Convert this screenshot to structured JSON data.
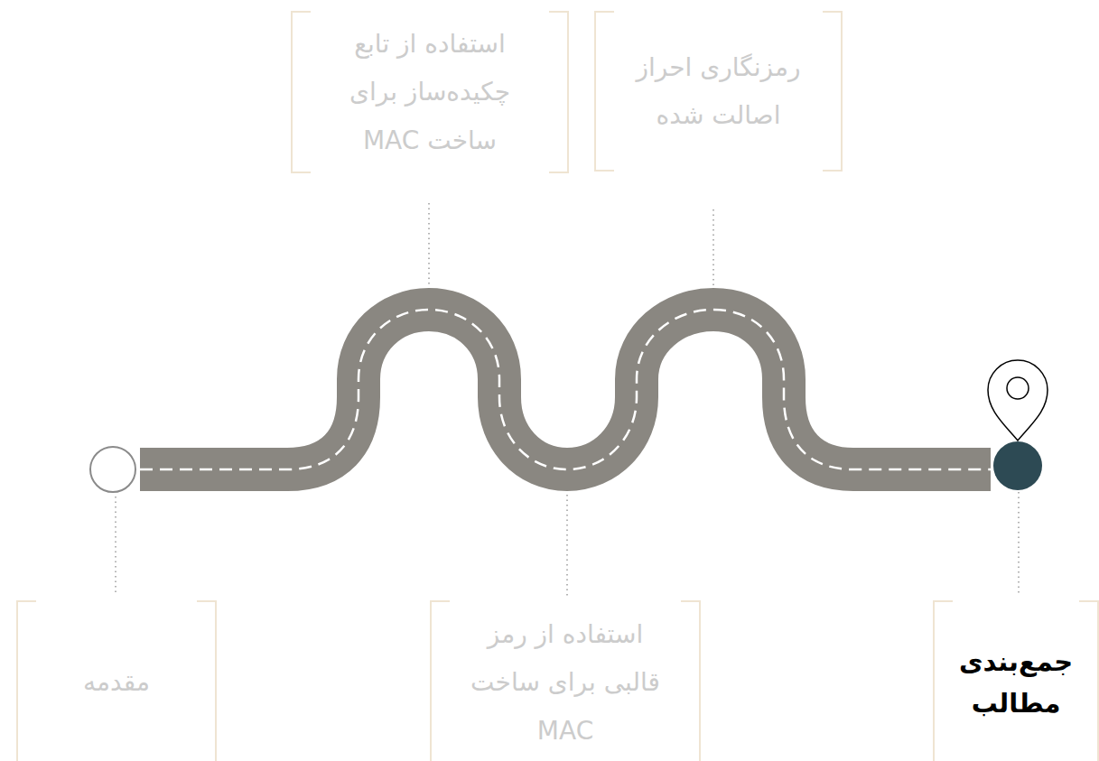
{
  "diagram": {
    "nodes": [
      {
        "text": [
          "مقدمه"
        ]
      },
      {
        "text": [
          "استفاده از تابع چکیده‌ساز برای ساخت MAC"
        ]
      },
      {
        "text": [
          "استفاده از رمز قالبی برای ساخت MAC"
        ]
      },
      {
        "text": [
          "رمزنگاری احراز اصالت شده"
        ]
      },
      {
        "text": [
          "جمع‌بندی مطالب"
        ]
      }
    ]
  }
}
